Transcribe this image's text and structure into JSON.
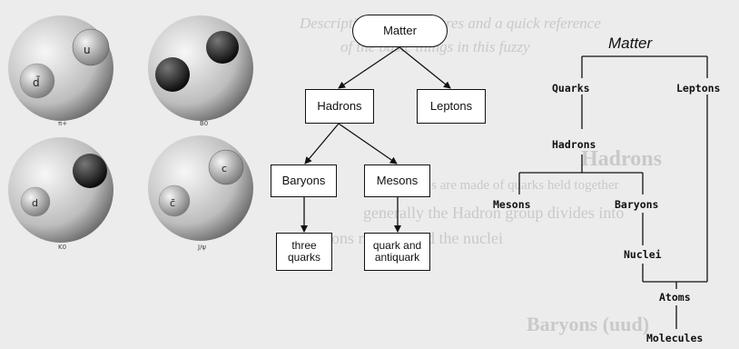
{
  "background_text": {
    "line1": "Description of the pictures and a quick reference",
    "line2": "of the basic things in this fuzzy",
    "heading": "Hadrons",
    "line3": "Hadrons are made of quarks held together",
    "line4": "generally the Hadron group divides into",
    "line5": "Baryons mesons and the nuclei",
    "heading2": "Baryons (uud)"
  },
  "particles": [
    {
      "label": "π+",
      "inner": "u",
      "inner2": "d̄"
    },
    {
      "label": "B0",
      "inner": "",
      "inner2": ""
    },
    {
      "label": "K0",
      "inner": "d",
      "inner2": ""
    },
    {
      "label": "J/ψ",
      "inner": "c",
      "inner2": "c̄"
    }
  ],
  "left_diagram": {
    "matter": "Matter",
    "hadrons": "Hadrons",
    "leptons": "Leptons",
    "baryons": "Baryons",
    "mesons": "Mesons",
    "three_quarks": "three quarks",
    "quark_antiquark": "quark and antiquark"
  },
  "right_diagram": {
    "title": "Matter",
    "quarks": "Quarks",
    "leptons": "Leptons",
    "hadrons": "Hadrons",
    "mesons": "Mesons",
    "baryons": "Baryons",
    "nuclei": "Nuclei",
    "atoms": "Atoms",
    "molecules": "Molecules"
  },
  "colors": {
    "sphere_light": "#f2f2f2",
    "sphere_dark": "#6e6e6e",
    "quark_dark": "#1a1a1a"
  }
}
